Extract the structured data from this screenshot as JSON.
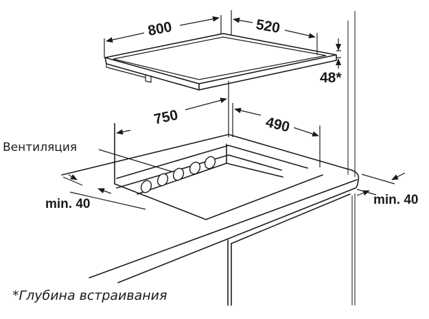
{
  "diagram": {
    "type": "hob installation dimensions (isometric)",
    "hob": {
      "width_label": "800",
      "depth_label": "520",
      "height_label": "48*"
    },
    "cutout": {
      "width_label": "750",
      "depth_label": "490"
    },
    "labels": {
      "ventilation": "Вентиляция",
      "min_left": "min. 40",
      "min_right": "min. 40"
    },
    "footnote": "*Глубина встраивания",
    "colors": {
      "line": "#1a1a1a",
      "background": "#ffffff"
    }
  }
}
